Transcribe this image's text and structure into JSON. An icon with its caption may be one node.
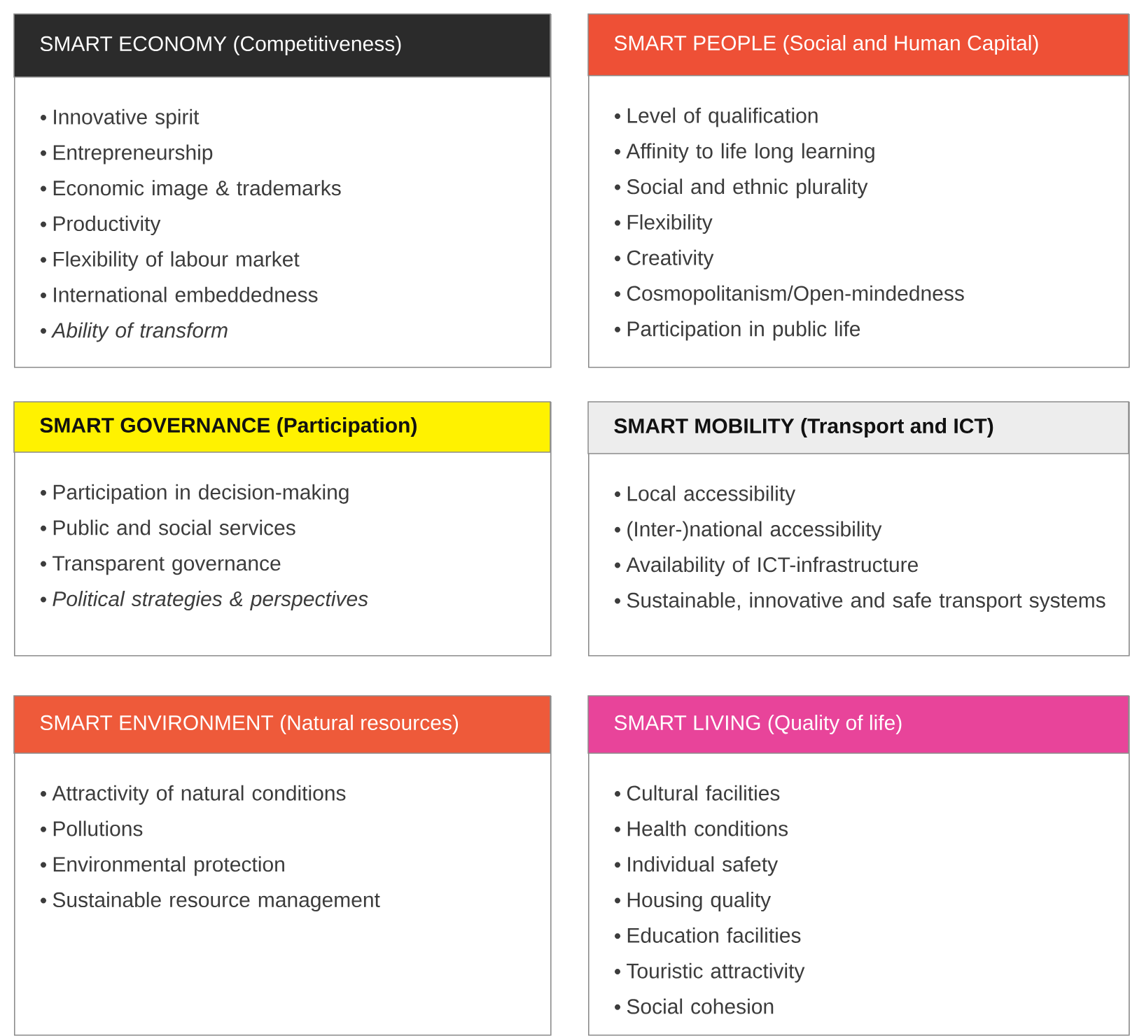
{
  "diagram": {
    "nodes": [
      {
        "text": [
          "SMART ECONOMY (Competitiveness)",
          "Innovative spirit",
          "Entrepreneurship",
          "Economic image & trademarks",
          "Productivity",
          "Flexibility of labour market",
          "International embeddedness",
          "*Ability of transform*"
        ]
      },
      {
        "text": [
          "SMART PEOPLE (Social and Human Capital)",
          "Level of qualification",
          "Affinity to life long learning",
          "Social and ethnic plurality",
          "Flexibility",
          "Creativity",
          "Cosmopolitanism/Open-mindedness",
          "Participation in public life"
        ]
      },
      {
        "text": [
          "SMART GOVERNANCE (Participation)",
          "Participation in decision-making",
          "Public and social services",
          "Transparent governance",
          "*Political strategies & perspectives*"
        ]
      },
      {
        "text": [
          "SMART MOBILITY (Transport and ICT)",
          "Local accessibility",
          "(Inter-)national accessibility",
          "Availability of ICT-infrastructure",
          "Sustainable, innovative and safe transport systems"
        ]
      },
      {
        "text": [
          "SMART ENVIRONMENT (Natural resources)",
          "Attractivity of natural conditions",
          "Pollutions",
          "Environmental protection",
          "Sustainable resource management"
        ]
      },
      {
        "text": [
          "SMART LIVING (Quality of life)",
          "Cultural facilities",
          "Health conditions",
          "Individual safety",
          "Housing quality",
          "Education facilities",
          "Touristic attractivity",
          "Social cohesion"
        ]
      }
    ]
  }
}
